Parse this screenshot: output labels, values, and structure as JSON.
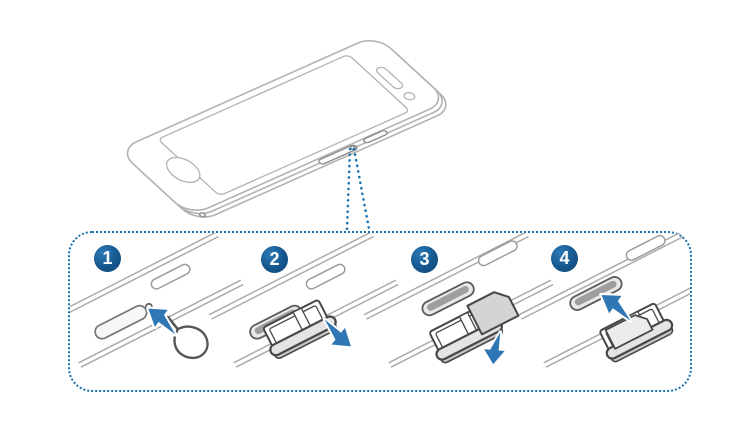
{
  "figure": {
    "kind": "instructional-diagram",
    "subject": "sim-tray-installation",
    "steps": [
      {
        "number": "1",
        "illustration": "ejection-pin-into-tray-hole"
      },
      {
        "number": "2",
        "illustration": "pull-out-sim-tray"
      },
      {
        "number": "3",
        "illustration": "place-sim-card-in-tray"
      },
      {
        "number": "4",
        "illustration": "insert-sim-tray-back"
      }
    ]
  },
  "colors": {
    "accent-blue": "#2e76b4",
    "badge-blue": "#15568d",
    "dot-blue": "#1a72ae",
    "outline-gray": "#b3b3b3",
    "line-gray": "#ababab",
    "detail-gray": "#474747"
  }
}
